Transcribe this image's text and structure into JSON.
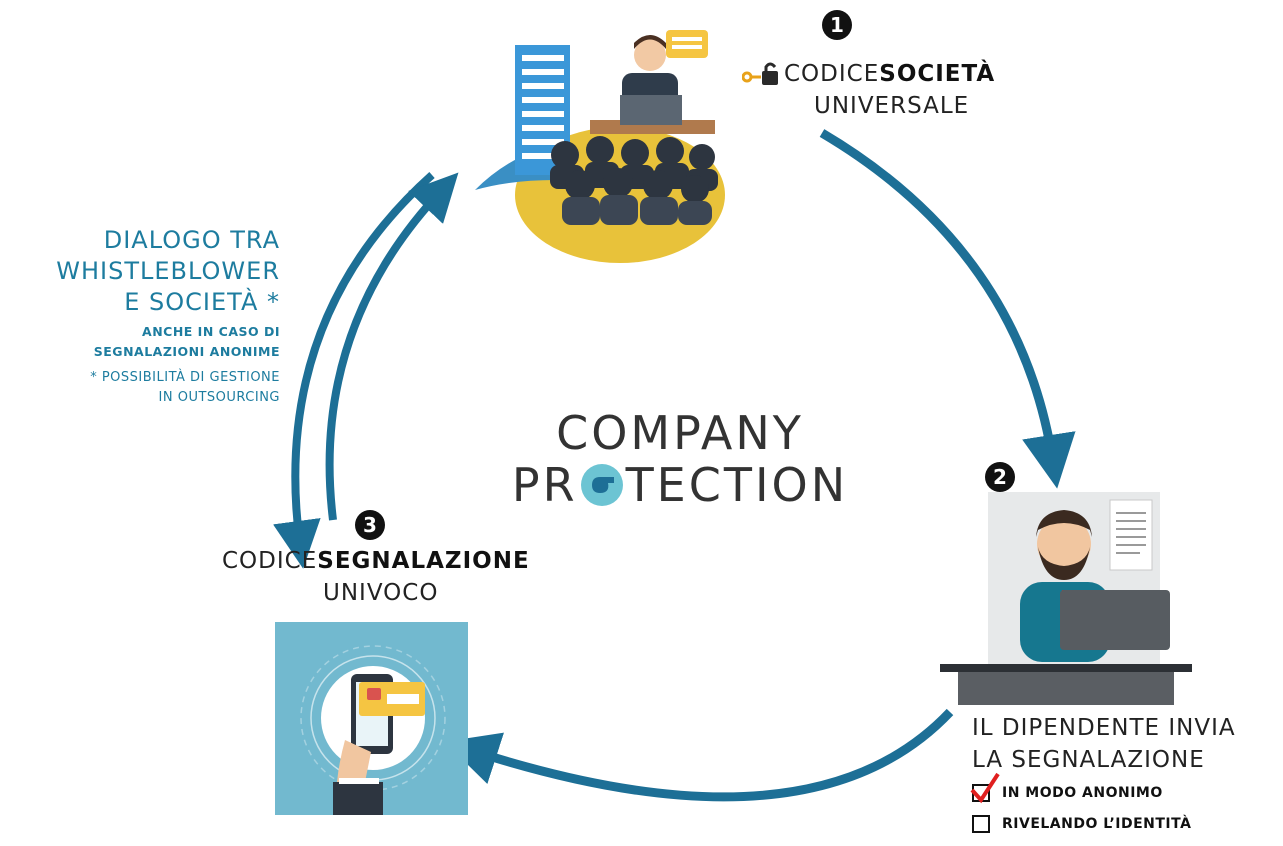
{
  "step1": {
    "number": "1",
    "line1_light": "CODICE",
    "line1_bold": "SOCIETÀ",
    "line2": "UNIVERSALE"
  },
  "step2": {
    "number": "2",
    "line1": "IL DIPENDENTE INVIA",
    "line2": "LA SEGNALAZIONE",
    "options": [
      {
        "label": "IN MODO ANONIMO",
        "checked": true
      },
      {
        "label": "RIVELANDO L’IDENTITÀ",
        "checked": false
      }
    ]
  },
  "step3": {
    "number": "3",
    "line1_light": "CODICE",
    "line1_bold": "SEGNALAZIONE",
    "line2": "UNIVOCO"
  },
  "dialog": {
    "line1": "DIALOGO TRA",
    "line2": "WHISTLEBLOWER",
    "line3": "E SOCIETÀ *",
    "note1": "ANCHE IN CASO DI",
    "note2": "SEGNALAZIONI ANONIME",
    "foot1": "* POSSIBILITÀ DI GESTIONE",
    "foot2": "IN OUTSOURCING"
  },
  "brand": {
    "line1": "COMPANY",
    "line2_a": "PR",
    "line2_b": "TECTION"
  },
  "colors": {
    "arrow": "#1d6f96",
    "teal_text": "#1d7c9f",
    "check": "#e02020"
  }
}
